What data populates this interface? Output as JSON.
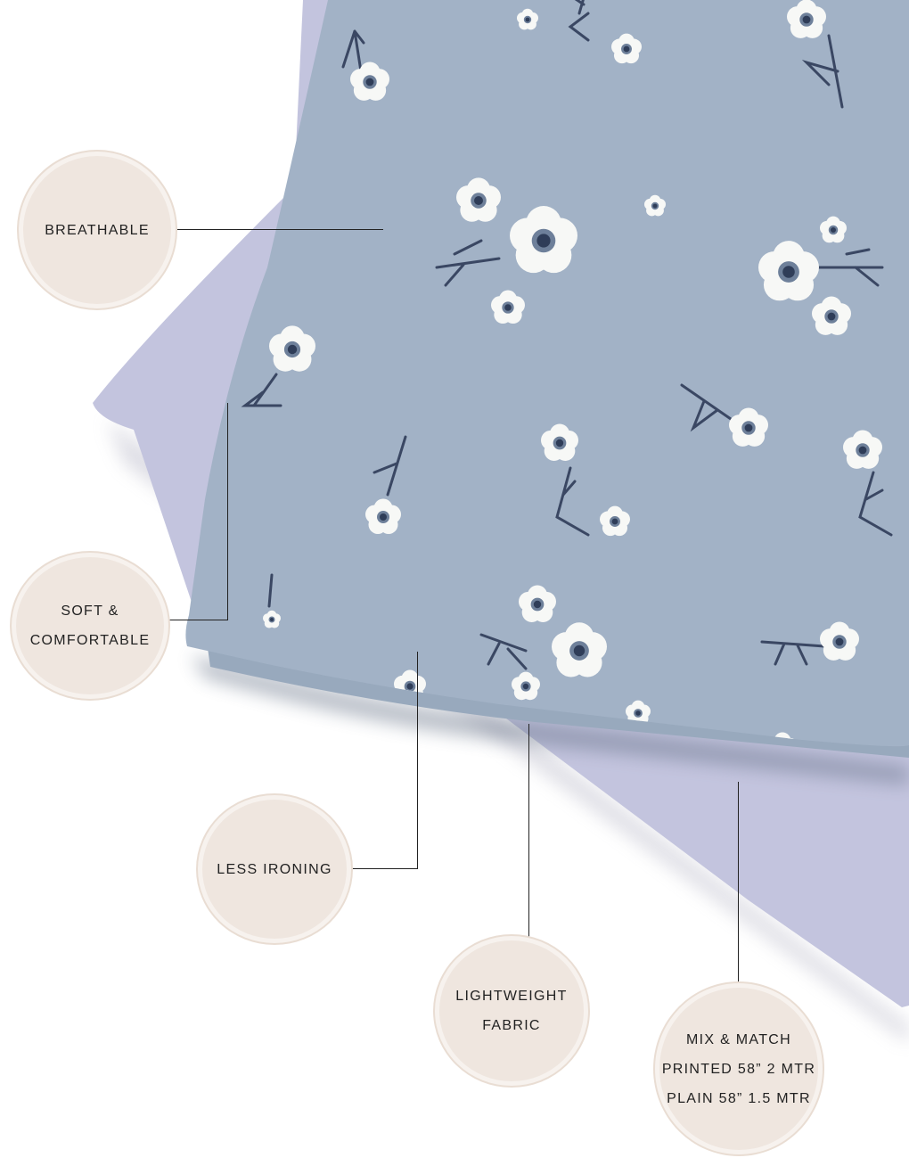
{
  "colors": {
    "printed_fabric": "#a2b2c6",
    "printed_fabric_fold": "#98a9bd",
    "plain_fabric": "#c3c4de",
    "flower_petal": "#f7f8f6",
    "flower_center_ring": "#6e809a",
    "flower_center": "#2f3d58",
    "leaf": "#3a4763",
    "badge_fill": "#efe6df",
    "callout_line": "#222222"
  },
  "badges": {
    "breathable": [
      "BREATHABLE"
    ],
    "soft": [
      "SOFT &",
      "COMFORTABLE"
    ],
    "ironing": [
      "LESS IRONING"
    ],
    "lightweight": [
      "LIGHTWEIGHT",
      "FABRIC"
    ],
    "mix": [
      "MIX & MATCH",
      "PRINTED 58” 2 MTR",
      "PLAIN 58” 1.5 MTR"
    ]
  }
}
